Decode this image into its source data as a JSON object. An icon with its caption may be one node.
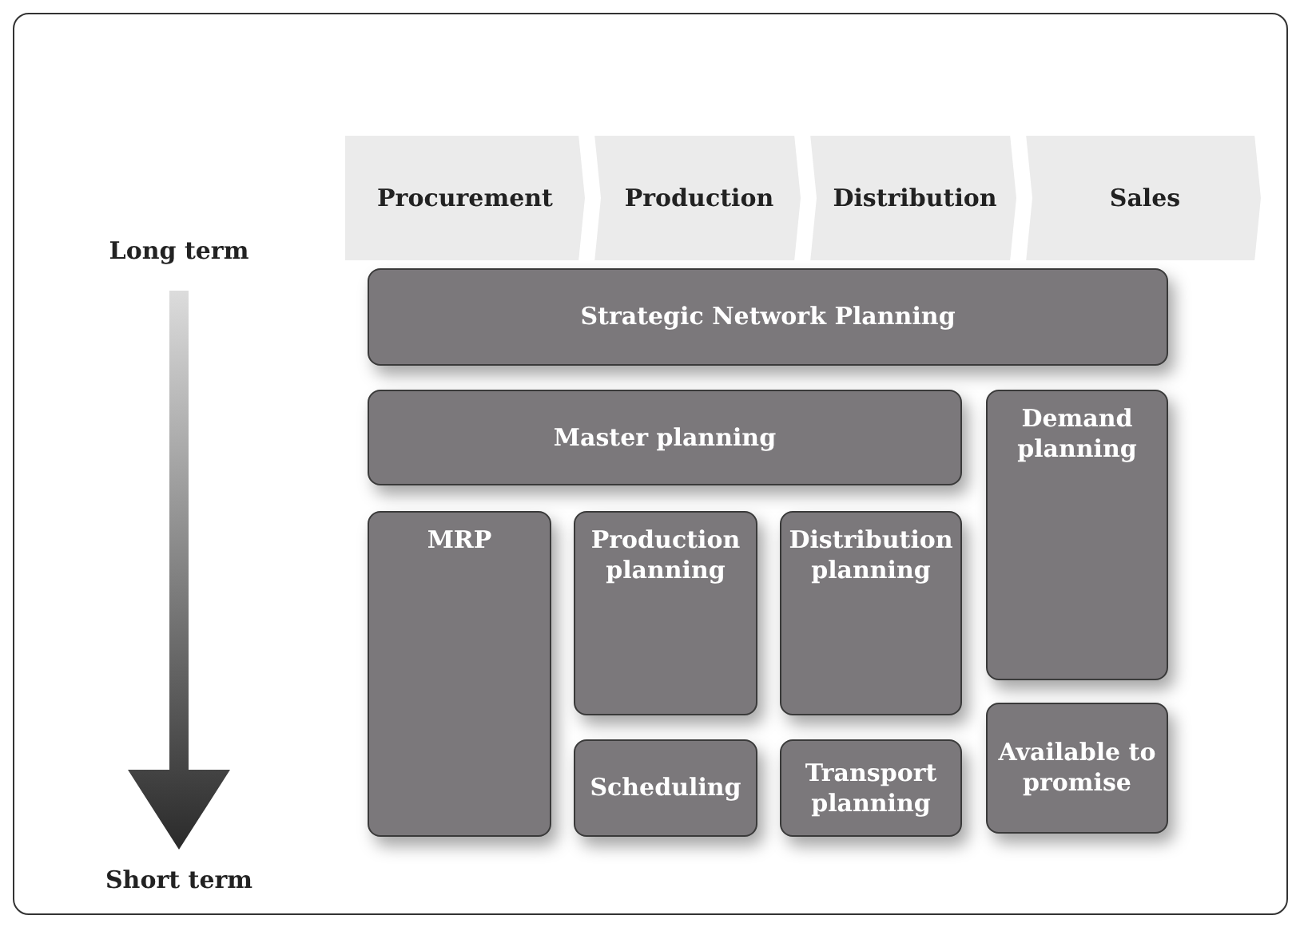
{
  "diagram": {
    "nodes": [
      {
        "text": [
          "Procurement"
        ]
      },
      {
        "text": [
          "Production"
        ]
      },
      {
        "text": [
          "Distribution"
        ]
      },
      {
        "text": [
          "Sales"
        ]
      },
      {
        "text": [
          "Strategic Network Planning"
        ]
      },
      {
        "text": [
          "Master planning"
        ]
      },
      {
        "text": [
          "Demand planning"
        ]
      },
      {
        "text": [
          "MRP"
        ]
      },
      {
        "text": [
          "Production planning"
        ]
      },
      {
        "text": [
          "Distribution planning"
        ]
      },
      {
        "text": [
          "Scheduling"
        ]
      },
      {
        "text": [
          "Transport planning"
        ]
      },
      {
        "text": [
          "Available to promise"
        ]
      }
    ],
    "labels": [
      "Long term",
      "Short term"
    ]
  }
}
